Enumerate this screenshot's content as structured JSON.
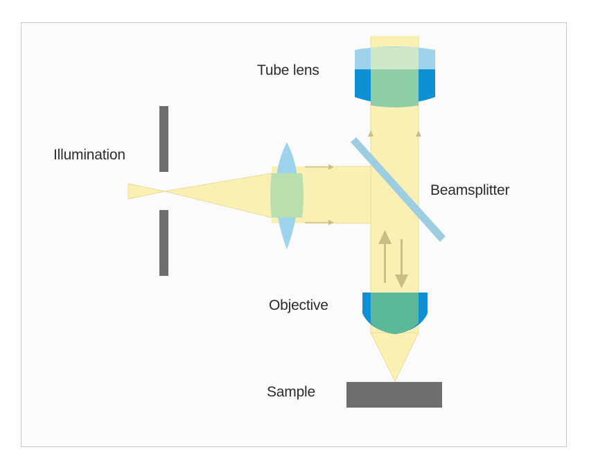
{
  "labels": {
    "tube_lens": "Tube lens",
    "illumination": "Illumination",
    "beamsplitter": "Beamsplitter",
    "objective": "Objective",
    "sample": "Sample"
  },
  "colors": {
    "beam": "#faf0b4",
    "beam_edge": "#e6d98c",
    "lens_light": "#9dd3ec",
    "lens_dark": "#0f90d2",
    "lens_overlap": "#8fcfa8",
    "lens_overlap_dark": "#5bb99a",
    "beamsplitter": "#9ccde0",
    "aperture": "#6d6e70",
    "sample": "#6d6e70",
    "arrow": "#c8bd86"
  }
}
